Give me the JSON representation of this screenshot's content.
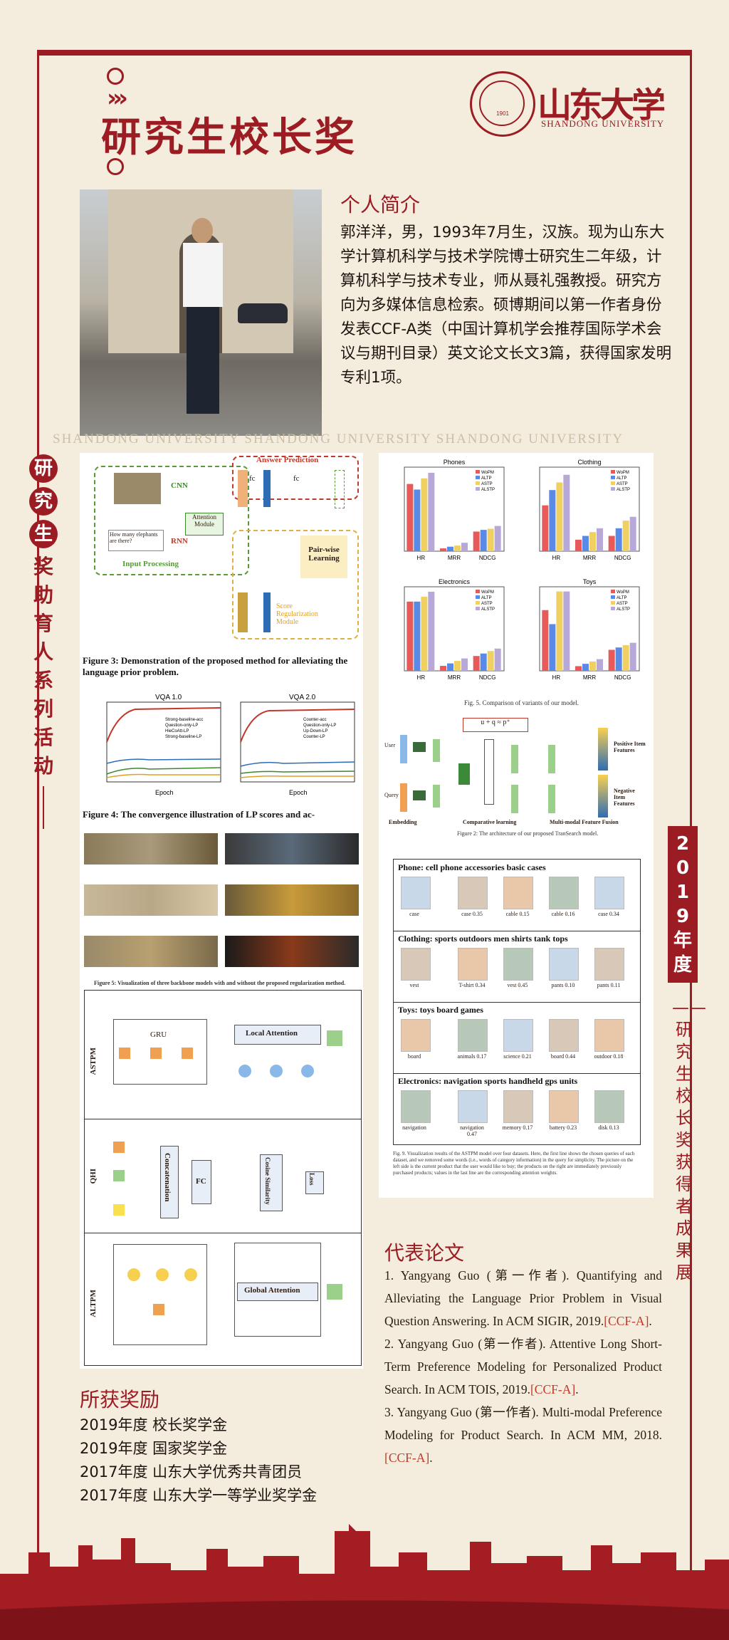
{
  "award_title": "研究生校长奖",
  "university": {
    "name_cn": "山东大学",
    "name_en": "SHANDONG UNIVERSITY",
    "seal_year": "1901",
    "seal_en": "SHANDONG UNIVERSITY"
  },
  "bio": {
    "heading": "个人简介",
    "text": "郭洋洋，男，1993年7月生，汉族。现为山东大学计算机科学与技术学院博士研究生二年级，计算机科学与技术专业，师从聂礼强教授。研究方向为多媒体信息检索。硕博期间以第一作者身份发表CCF-A类（中国计算机学会推荐国际学术会议与期刊目录）英文论文长文3篇，获得国家发明专利1项。"
  },
  "watermark": "SHANDONG UNIVERSITY SHANDONG UNIVERSITY SHANDONG UNIVERSITY",
  "left_vertical": {
    "circled": [
      "研",
      "究",
      "生"
    ],
    "plain": [
      "奖",
      "助",
      "育",
      "人",
      "系",
      "列",
      "活",
      "动"
    ]
  },
  "right_vertical": {
    "tag": [
      "2",
      "0",
      "1",
      "9",
      "年",
      "度"
    ],
    "text": [
      "——",
      "研",
      "究",
      "生",
      "校",
      "长",
      "奖",
      "获",
      "得",
      "者",
      "成",
      "果",
      "展"
    ]
  },
  "figures": {
    "fig3_caption": "Figure 3: Demonstration of the proposed method for alleviating the language prior problem.",
    "fig3_labels": {
      "answer_prediction": "Answer Prediction",
      "cnn": "CNN",
      "rnn": "RNN",
      "attention": "Attention Module",
      "question": "How many elephants are there?",
      "input_processing": "Input Processing",
      "pairwise": "Pair-wise Learning",
      "score_reg": "Score Regularization Module",
      "fc": "fc"
    },
    "fig4_titles": [
      "VQA 1.0",
      "VQA 2.0"
    ],
    "fig4_legend1": [
      "Strong-baseline-acc",
      "Question-only-LP",
      "HieCoAtt-LP",
      "Strong-baseline-LP"
    ],
    "fig4_legend2": [
      "Counter-acc",
      "Question-only-LP",
      "Up-Down-LP",
      "Counter-LP"
    ],
    "fig4_xlabel": "Epoch",
    "fig4_caption": "Figure 4: The convergence illustration of LP scores and ac-",
    "fig5_caption": "Figure 5: Visualization of three backbone models with and without the proposed regularization method.",
    "model_labels": [
      "ASTPM",
      "QHI",
      "ALTPM"
    ],
    "model_blocks": {
      "gru": "GRU",
      "local": "Local Attention",
      "global": "Global Attention",
      "concat": "Concatenation",
      "fc": "FC",
      "cos": "Cosine Similarity",
      "loss": "Loss"
    },
    "bar_titles": [
      "Phones",
      "Clothing",
      "Electronics",
      "Toys"
    ],
    "bar_legend": [
      "WoPM",
      "ALTP",
      "ASTP",
      "ALSTP"
    ],
    "bar_x": [
      "HR",
      "MRR",
      "NDCG"
    ],
    "bar_caption": "Fig. 5. Comparison of variants of our model.",
    "arch_caption": "Figure 2: The architecture of our proposed TranSearch model.",
    "arch_labels": {
      "embedding": "Embedding",
      "comparative": "Comparative learning",
      "multimodal": "Multi-modal Feature Fusion",
      "positive": "Positive Item Features",
      "negative": "Negative Item Features",
      "user": "User",
      "query": "Query",
      "formula": "u + q ≈ p⁺"
    },
    "prod_rows": [
      {
        "title": "Phone: cell phone accessories basic cases",
        "left": "case",
        "items": [
          "case 0.35",
          "cable 0.15",
          "cable 0.16",
          "case 0.34"
        ]
      },
      {
        "title": "Clothing: sports outdoors men shirts tank tops",
        "left": "vest",
        "items": [
          "T-shirt 0.34",
          "vest 0.45",
          "pants 0.10",
          "pants 0.11"
        ]
      },
      {
        "title": "Toys: toys board games",
        "left": "board",
        "items": [
          "animals 0.17",
          "science 0.21",
          "board 0.44",
          "outdoor 0.18"
        ]
      },
      {
        "title": "Electronics: navigation sports handheld gps units",
        "left": "navigation",
        "items": [
          "navigation 0.47",
          "memory 0.17",
          "battery 0.23",
          "disk 0.13"
        ]
      }
    ],
    "prod_caption": "Fig. 9. Visualization results of the ASTPM model over four datasets. Here, the first line shows the chosen queries of each dataset, and we removed some words (i.e., words of category information) in the query for simplicity. The picture on the left side is the current product that the user would like to buy; the products on the right are immediately previously purchased products; values in the last line are the corresponding attention weights."
  },
  "papers": {
    "heading": "代表论文",
    "items": [
      {
        "text": "1. Yangyang Guo (第一作者). Quantifying and Alleviating the Language Prior Problem in Visual Question Answering. In ACM SIGIR, 2019.",
        "tag": "[CCF-A]",
        "end": "."
      },
      {
        "text": "2. Yangyang Guo (第一作者). Attentive Long Short-Term Preference Modeling for Personalized Product Search. In ACM TOIS, 2019.",
        "tag": "[CCF-A]",
        "end": "."
      },
      {
        "text": "3. Yangyang Guo (第一作者). Multi-modal Preference Modeling for Product Search. In ACM MM, 2018.",
        "tag": "[CCF-A]",
        "end": "."
      }
    ]
  },
  "awards": {
    "heading": "所获奖励",
    "items": [
      "2019年度 校长奖学金",
      "2019年度 国家奖学金",
      "2017年度 山东大学优秀共青团员",
      "2017年度 山东大学一等学业奖学金"
    ]
  },
  "colors": {
    "brand_red": "#9b1c22",
    "background": "#f4ecdc",
    "ccf_red": "#c0392b"
  },
  "bar_chart_data": [
    {
      "title": "Phones",
      "series": [
        {
          "name": "WoPM",
          "values": [
            0.17,
            0.055,
            0.085
          ]
        },
        {
          "name": "ALTP",
          "values": [
            0.16,
            0.058,
            0.088
          ]
        },
        {
          "name": "ASTP",
          "values": [
            0.18,
            0.06,
            0.09
          ]
        },
        {
          "name": "ALSTP",
          "values": [
            0.19,
            0.065,
            0.095
          ]
        }
      ],
      "ylim": [
        0.05,
        0.2
      ]
    },
    {
      "title": "Clothing",
      "series": [
        {
          "name": "WoPM",
          "values": [
            0.06,
            0.015,
            0.02
          ]
        },
        {
          "name": "ALTP",
          "values": [
            0.08,
            0.02,
            0.03
          ]
        },
        {
          "name": "ASTP",
          "values": [
            0.09,
            0.025,
            0.04
          ]
        },
        {
          "name": "ALSTP",
          "values": [
            0.1,
            0.03,
            0.045
          ]
        }
      ],
      "ylim": [
        0,
        0.11
      ]
    },
    {
      "title": "Electronics",
      "series": [
        {
          "name": "WoPM",
          "values": [
            0.17,
            0.04,
            0.06
          ]
        },
        {
          "name": "ALTP",
          "values": [
            0.17,
            0.045,
            0.065
          ]
        },
        {
          "name": "ASTP",
          "values": [
            0.18,
            0.05,
            0.07
          ]
        },
        {
          "name": "ALSTP",
          "values": [
            0.19,
            0.055,
            0.075
          ]
        }
      ],
      "ylim": [
        0.03,
        0.2
      ]
    },
    {
      "title": "Toys",
      "series": [
        {
          "name": "WoPM",
          "values": [
            0.16,
            0.04,
            0.075
          ]
        },
        {
          "name": "ALTP",
          "values": [
            0.13,
            0.045,
            0.08
          ]
        },
        {
          "name": "ASTP",
          "values": [
            0.2,
            0.05,
            0.085
          ]
        },
        {
          "name": "ALSTP",
          "values": [
            0.2,
            0.055,
            0.09
          ]
        }
      ],
      "ylim": [
        0.03,
        0.21
      ]
    }
  ]
}
